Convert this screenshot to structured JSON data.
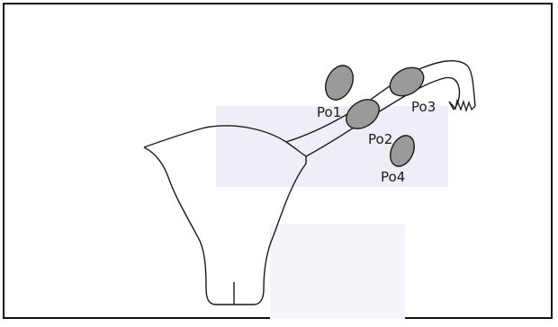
{
  "labels": {
    "po1": "Po1",
    "po2": "Po2",
    "po3": "Po3",
    "po4": "Po4"
  },
  "colors": {
    "ovary_fill": "#9a9a9a",
    "outline": "#1a1a1a",
    "faint_patch": "#ececf6"
  }
}
